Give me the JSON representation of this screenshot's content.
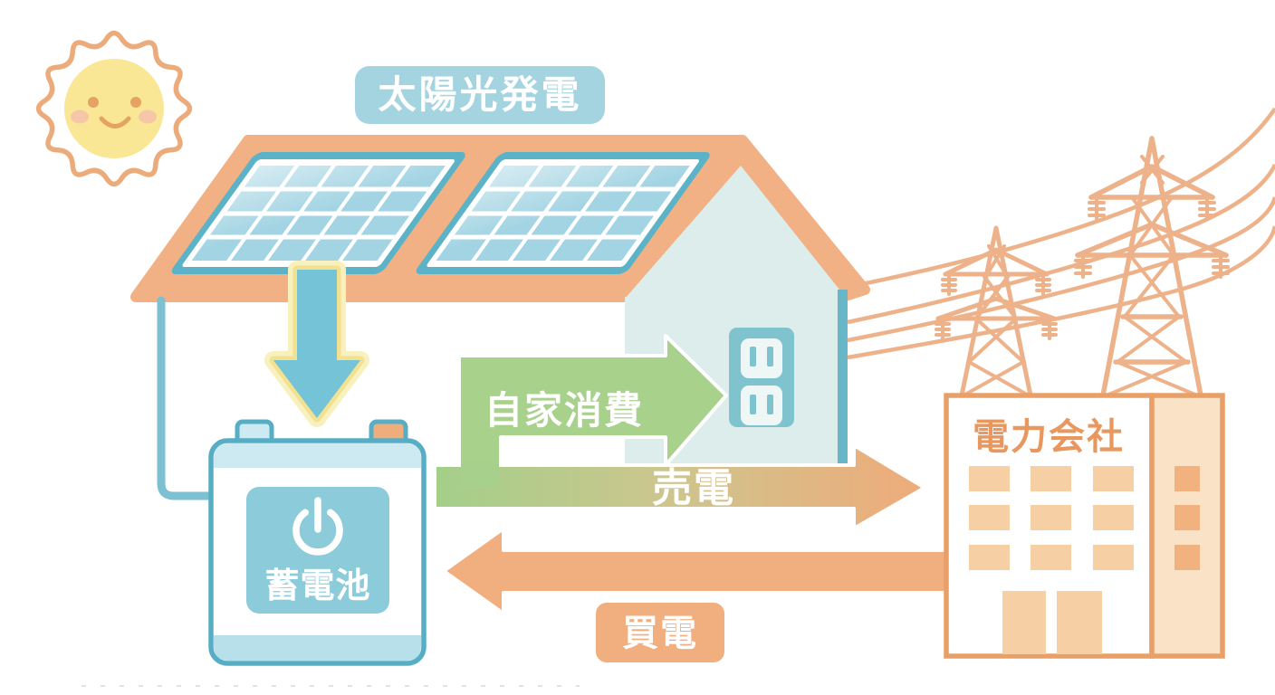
{
  "labels": {
    "solar_title": "太陽光発電",
    "battery": "蓄電池",
    "self_consumption": "自家消費",
    "sell_power": "売電",
    "buy_power": "買電",
    "power_company": "電力会社"
  },
  "colors": {
    "roof_orange": "#f2b184",
    "title_box_blue": "#a3d4e0",
    "house_wall": "#dcedeb",
    "wall_border_teal": "#68b7c8",
    "panel_cell_blue": "#a3d4e3",
    "panel_border_teal": "#5cb3c8",
    "green_arrow": "#a8d18c",
    "orange_arrow": "#f1ae7e",
    "down_arrow_blue": "#74c3d6",
    "glow_yellow": "#f2e191",
    "battery_inner_teal": "#8ccbd9",
    "battery_border": "#57adc4",
    "battery_band_top": "#cde9f1",
    "battery_band_bottom": "#b8e0ea",
    "terminal_orange": "#f0ad7c",
    "wire_blue": "#7cc0d2",
    "outlet_teal": "#7fc3cf",
    "building_border": "#e8a068",
    "building_text": "#e8975e",
    "window_orange": "#f7cfa4",
    "annex_fill": "#fae2c6",
    "annex_window": "#f2b27f",
    "tower_orange": "#edb28a",
    "sun_ring": "#ecab7a",
    "sun_face": "#fae795",
    "sun_features": "#e4a264",
    "sun_cheek": "#f5c6a8",
    "label_text_white": "#ffffff"
  }
}
